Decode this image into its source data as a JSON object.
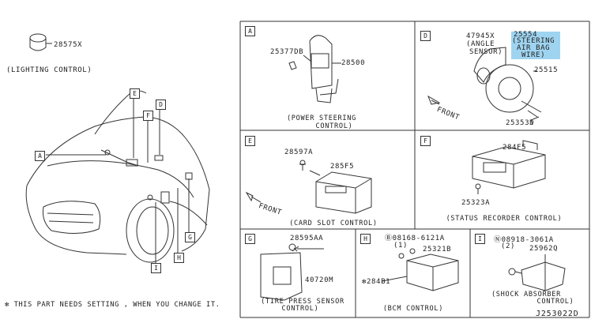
{
  "left": {
    "part_top": "28575X",
    "lighting_caption": "(LIGHTING CONTROL)",
    "footnote": "✻ THIS PART NEEDS SETTING , WHEN YOU CHANGE IT.",
    "car_tags": [
      "A",
      "E",
      "D",
      "F",
      "G",
      "H",
      "I"
    ]
  },
  "panels": {
    "A": {
      "tag": "A",
      "parts": [
        "25377DB",
        "28500"
      ],
      "caption_1": "(POWER STEERING",
      "caption_2": "CONTROL)"
    },
    "D": {
      "tag": "D",
      "parts": [
        "47945X",
        "(ANGLE",
        "SENSOR)",
        "25554",
        "(STEERING",
        "AIR BAG",
        "WIRE)",
        "25515",
        "25353D"
      ],
      "front": "FRONT",
      "highlight": "#9fd4f0"
    },
    "E": {
      "tag": "E",
      "parts": [
        "28597A",
        "285F5"
      ],
      "front": "FRONT",
      "caption": "(CARD SLOT CONTROL)"
    },
    "F": {
      "tag": "F",
      "parts": [
        "284F5",
        "25323A"
      ],
      "caption": "(STATUS RECORDER CONTROL)"
    },
    "G": {
      "tag": "G",
      "parts": [
        "28595AA",
        "40720M"
      ],
      "caption_1": "(TIRE PRESS SENSOR",
      "caption_2": "CONTROL)"
    },
    "H": {
      "tag": "H",
      "parts": [
        "Ⓑ08168-6121A",
        "(1)",
        "25321B",
        "✻284B1"
      ],
      "caption": "(BCM CONTROL)"
    },
    "I": {
      "tag": "I",
      "parts": [
        "Ⓝ08918-3061A",
        "(2)",
        "25962Q"
      ],
      "caption_1": "(SHOCK ABSORBER",
      "caption_2": "CONTROL)"
    }
  },
  "diagram_id": "J253022D"
}
